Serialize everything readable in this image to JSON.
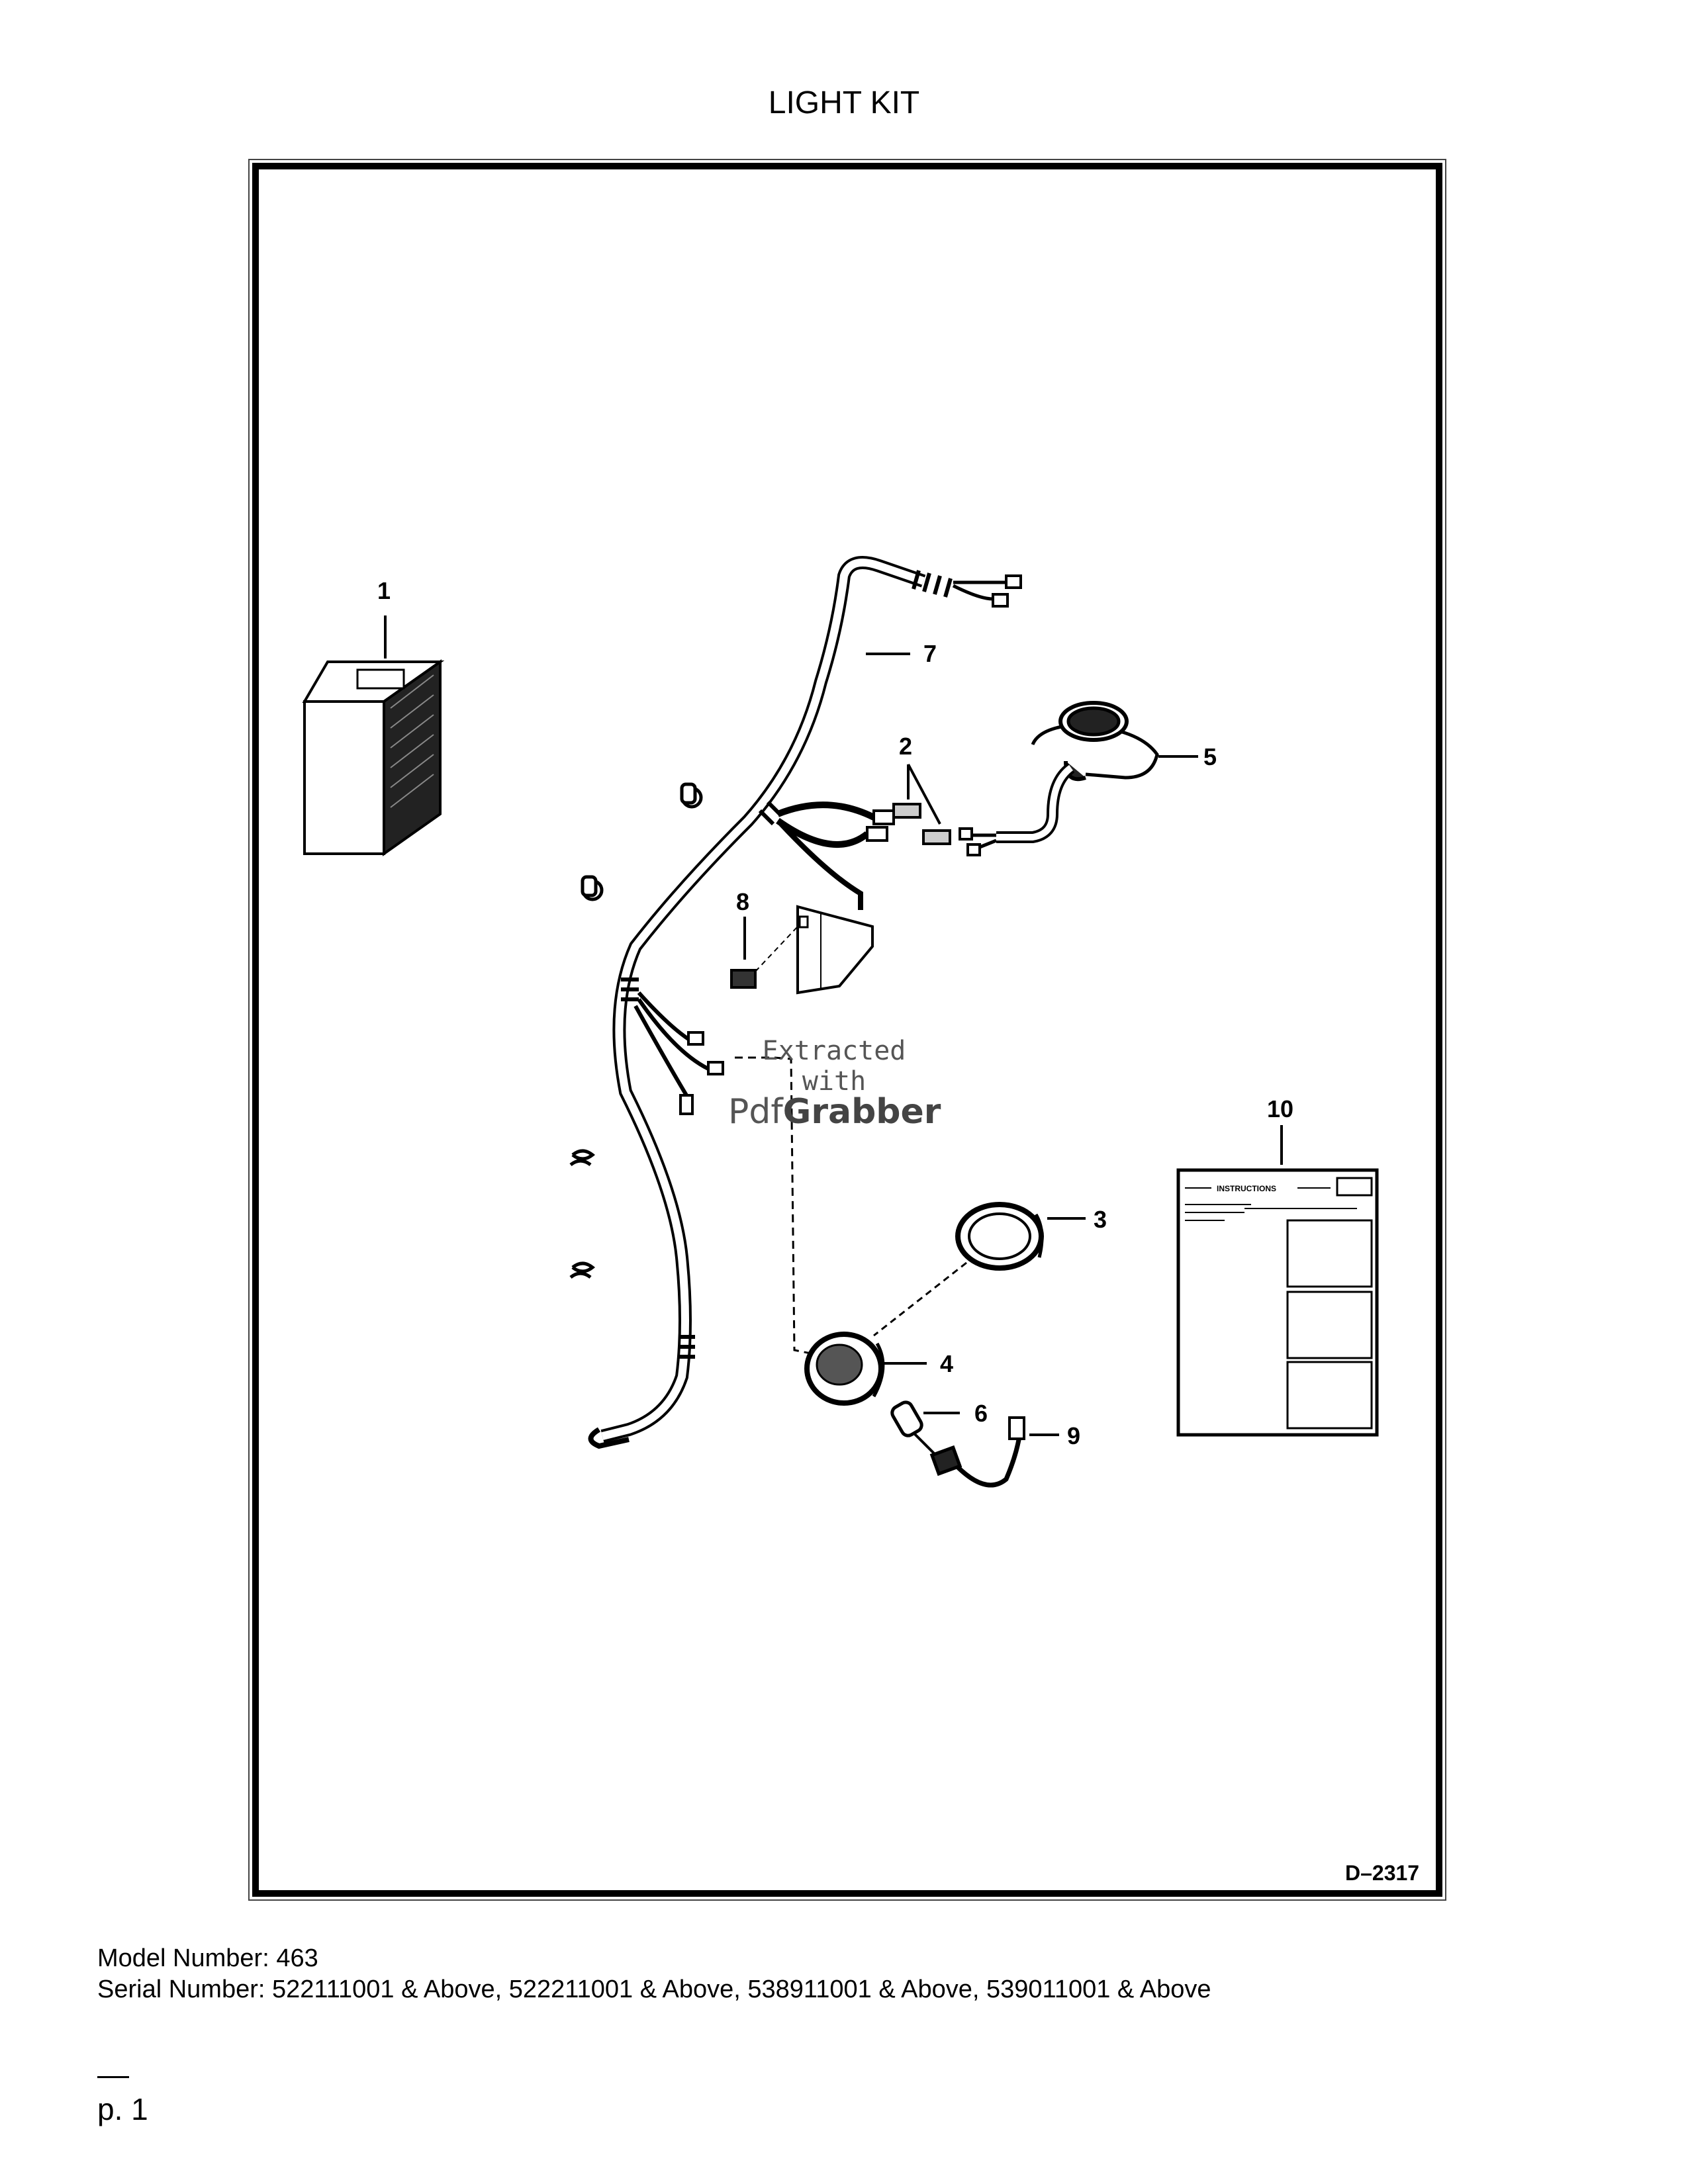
{
  "page_title": "LIGHT KIT",
  "drawing_id": "D–2317",
  "callouts": [
    "1",
    "2",
    "3",
    "4",
    "5",
    "6",
    "7",
    "8",
    "9",
    "10"
  ],
  "instructions_sheet_heading": "INSTRUCTIONS",
  "watermark": {
    "line1": "Extracted",
    "line2": "with",
    "brand_prefix": "Pdf",
    "brand_suffix": "Grabber"
  },
  "model_number": "Model Number: 463",
  "serial_number": "Serial Number: 522111001 & Above, 522211001 & Above, 538911001 & Above, 539011001 & Above",
  "page_number": "p. 1"
}
